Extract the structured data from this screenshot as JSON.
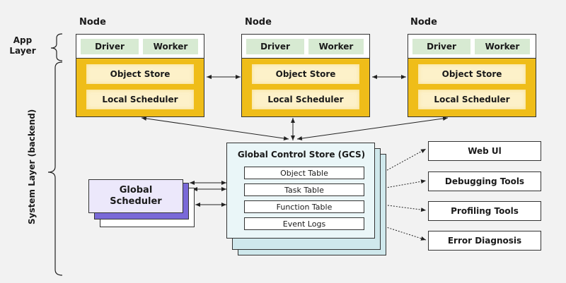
{
  "layers": {
    "app": "App\nLayer",
    "system": "System Layer (backend)"
  },
  "nodes": [
    {
      "label": "Node",
      "driver": "Driver",
      "worker": "Worker",
      "object_store": "Object Store",
      "local_scheduler": "Local Scheduler"
    },
    {
      "label": "Node",
      "driver": "Driver",
      "worker": "Worker",
      "object_store": "Object Store",
      "local_scheduler": "Local Scheduler"
    },
    {
      "label": "Node",
      "driver": "Driver",
      "worker": "Worker",
      "object_store": "Object Store",
      "local_scheduler": "Local Scheduler"
    }
  ],
  "gcs": {
    "title": "Global Control Store (GCS)",
    "tables": [
      "Object Table",
      "Task Table",
      "Function Table",
      "Event Logs"
    ]
  },
  "global_scheduler": "Global\nScheduler",
  "tools": [
    "Web Ul",
    "Debugging Tools",
    "Profiling Tools",
    "Error Diagnosis"
  ],
  "colors": {
    "background": "#f2f2f2",
    "app_pill": "#d7ead2",
    "system_node": "#efbd19",
    "system_item": "#fdf1c9",
    "gcs_front": "#eaf6f8",
    "gcs_back": "#cfe8ec",
    "scheduler_front": "#ece8fb",
    "scheduler_purple": "#7a69d8"
  }
}
